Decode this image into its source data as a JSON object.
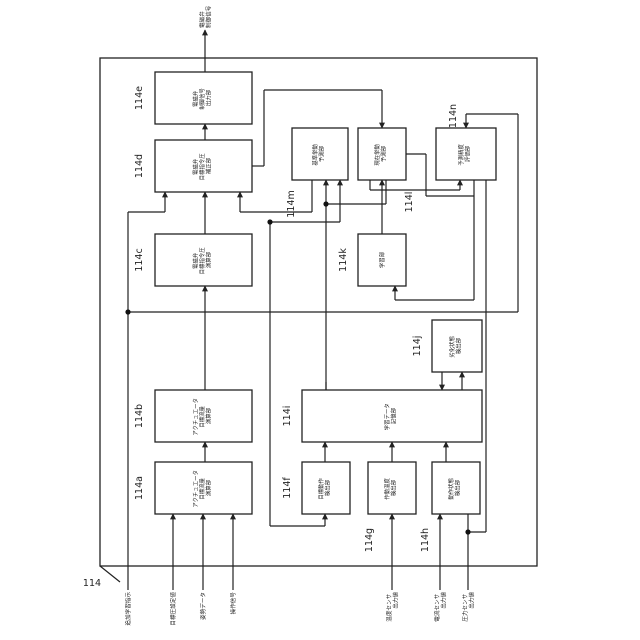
{
  "diagram": {
    "frame_ref": "114",
    "blocks": [
      {
        "ref": "114a",
        "lines": [
          "アクチュエータ",
          "目標流量",
          "演算部"
        ]
      },
      {
        "ref": "114b",
        "lines": [
          "アクチュエータ",
          "目標流量",
          "演算部"
        ]
      },
      {
        "ref": "114c",
        "lines": [
          "電磁弁",
          "目標指令圧",
          "演算部"
        ]
      },
      {
        "ref": "114d",
        "lines": [
          "電磁弁",
          "目標指令圧",
          "補正部"
        ]
      },
      {
        "ref": "114e",
        "lines": [
          "電磁弁",
          "制御信号",
          "出力部"
        ]
      },
      {
        "ref": "114f",
        "lines": [
          "目標動作",
          "検出部"
        ]
      },
      {
        "ref": "114g",
        "lines": [
          "作動温度",
          "検出部"
        ]
      },
      {
        "ref": "114h",
        "lines": [
          "動作状態",
          "検出部"
        ]
      },
      {
        "ref": "114i",
        "lines": [
          "学習データ",
          "記憶部"
        ]
      },
      {
        "ref": "114j",
        "lines": [
          "劣化状態",
          "検出部"
        ]
      },
      {
        "ref": "114k",
        "lines": [
          "学習部"
        ]
      },
      {
        "ref": "114l",
        "lines": [
          "現在挙動",
          "予測部"
        ]
      },
      {
        "ref": "114m",
        "lines": [
          "基準挙動",
          "予測部"
        ]
      },
      {
        "ref": "114n",
        "lines": [
          "予測精度",
          "評価部"
        ]
      }
    ],
    "inputs": [
      {
        "lines": [
          "追加学習指示"
        ]
      },
      {
        "lines": [
          "目標圧設定値"
        ]
      },
      {
        "lines": [
          "姿勢データ"
        ]
      },
      {
        "lines": [
          "操作信号"
        ]
      },
      {
        "lines": [
          "温度センサ",
          "出力値"
        ]
      },
      {
        "lines": [
          "電流センサ",
          "出力値"
        ]
      },
      {
        "lines": [
          "圧力センサ",
          "出力値"
        ]
      }
    ],
    "output": {
      "lines": [
        "電磁弁",
        "制御信号"
      ]
    }
  }
}
